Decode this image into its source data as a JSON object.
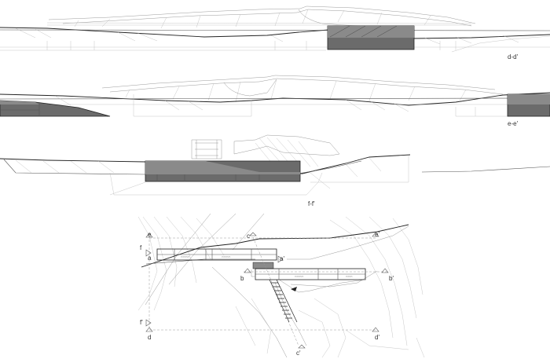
{
  "sections": {
    "dd": {
      "label": "d-d'"
    },
    "ee": {
      "label": "e-e'"
    },
    "ff": {
      "label": "f-f'"
    }
  },
  "plan": {
    "markers": {
      "e": "e",
      "e_prime": "e'",
      "f": "f",
      "f_prime": "f'",
      "c": "c",
      "c_prime": "c'",
      "a": "a",
      "a_prime": "a'",
      "b": "b",
      "b_prime": "b'",
      "d": "d",
      "d_prime": "d'"
    }
  },
  "colors": {
    "ink": "#222222",
    "line": "#8f8f8f",
    "faint": "#b9b9b9",
    "fill_dark": "#6b6b6b",
    "fill_mid": "#8a8a8a"
  }
}
